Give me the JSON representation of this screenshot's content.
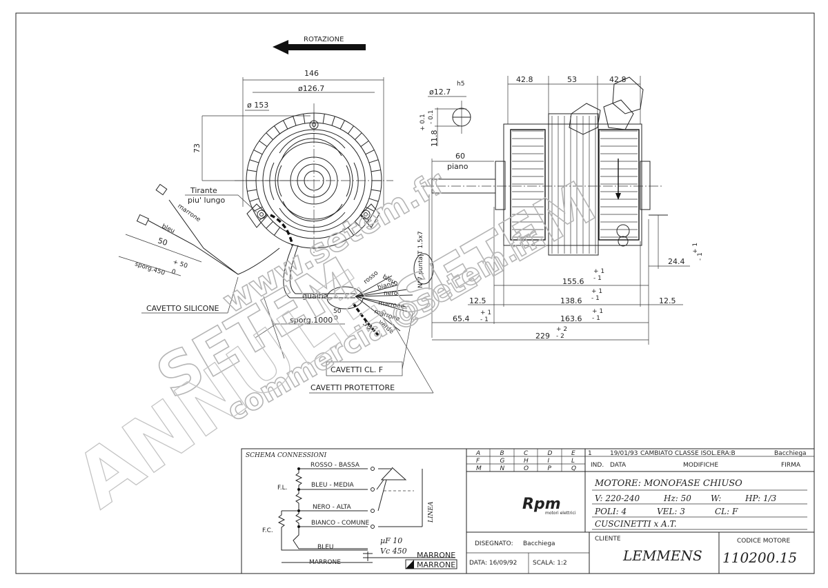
{
  "front_view": {
    "rotation_label": "ROTAZIONE",
    "dim_146": "146",
    "dim_dia_126_7": "ø126.7",
    "dim_dia_153": "ø 153",
    "dim_73": "73",
    "tirante_line1": "Tirante",
    "tirante_line2": "piu' lungo",
    "wire_marrone": "marrone",
    "wire_bleu": "bleu",
    "dim_50": "50",
    "dim_plus50": "+ 50",
    "dim_zero": "0",
    "sporg_450": "sporg.450",
    "cavetto_silicone": "CAVETTO SILICONE",
    "guaina": "guaina",
    "sporg_1000": "sporg.1000",
    "dim_50b": "50",
    "dim_0b": "0",
    "dim_50c": "50",
    "wire_rosso": "rosso",
    "wire_bleu2": "bleu",
    "wire_bianco": "bianco",
    "wire_nero": "nero",
    "wire_marrone2": "marrone",
    "wire_marrone3": "marrone",
    "wire_verde": "verde",
    "cavetti_clf": "CAVETTI CL. F",
    "cavetti_protettore": "CAVETTI PROTETTORE"
  },
  "side_view": {
    "dim_dia_12_7": "ø12.7",
    "h5": "h5",
    "tol_plus_0_1": "+ 0.1",
    "tol_minus_0_1": "- 0.1",
    "dim_11_8": "11.8",
    "dim_60": "60",
    "piano": "piano",
    "punta_label": "N°7 punta|T 1.5x7",
    "dim_42_8a": "42.8",
    "dim_53": "53",
    "dim_42_8b": "42.8",
    "dim_24_4": "24.4",
    "tol_p1": "+ 1",
    "tol_m1": "- 1",
    "dim_155_6": "155.6",
    "dim_12_5a": "12.5",
    "dim_138_6": "138.6",
    "dim_12_5b": "12.5",
    "dim_65_4": "65.4",
    "dim_163_6": "163.6",
    "dim_229": "229",
    "tol_p2": "+ 2",
    "tol_m2": "- 2"
  },
  "schema": {
    "title": "SCHEMA CONNESSIONI",
    "rosso_bassa": "ROSSO - BASSA",
    "bleu_media": "BLEU - MEDIA",
    "nero_alta": "NERO - ALTA",
    "bianco_comune": "BIANCO - COMUNE",
    "bleu": "BLEU",
    "marrone": "MARRONE",
    "fl": "F.L.",
    "fc": "F.C.",
    "linea": "LINEA",
    "uf": "µF 10",
    "vc": "Vc 450",
    "marrone_box1": "MARRONE",
    "marrone_box2": "MARRONE"
  },
  "grid": {
    "row1": [
      "A",
      "B",
      "C",
      "D",
      "E"
    ],
    "row2": [
      "F",
      "G",
      "H",
      "I",
      "L"
    ],
    "row3": [
      "M",
      "N",
      "O",
      "P",
      "Q"
    ]
  },
  "revision": {
    "num": "1",
    "date": "19/01/93",
    "text": "CAMBIATO CLASSE ISOL.ERA:B",
    "firma": "Bacchiega",
    "col_ind": "IND.",
    "col_data": "DATA",
    "col_modifiche": "MODIFICHE",
    "col_firma": "FIRMA"
  },
  "title_block": {
    "motore": "MOTORE: MONOFASE CHIUSO",
    "v": "V: 220-240",
    "hz": "Hz: 50",
    "w": "W:",
    "hp": "HP: 1/3",
    "poli": "POLI: 4",
    "vel": "VEL: 3",
    "cl": "CL: F",
    "cuscinetti": "CUSCINETTI x A.T.",
    "logo": "Rpm",
    "logo_sub": "motori elettrici",
    "disegnato_label": "DISEGNATO:",
    "disegnato_value": "Bacchiega",
    "data": "DATA: 16/09/92",
    "scala": "SCALA: 1:2",
    "cliente_label": "CLIENTE",
    "cliente_value": "LEMMENS",
    "codice_label": "CODICE MOTORE",
    "codice_value": "110200.15"
  },
  "watermark": {
    "web": "www.setem.fr",
    "brand": "SETEM",
    "email": "commercial@setem.fr",
    "annule": "ANNULE"
  }
}
